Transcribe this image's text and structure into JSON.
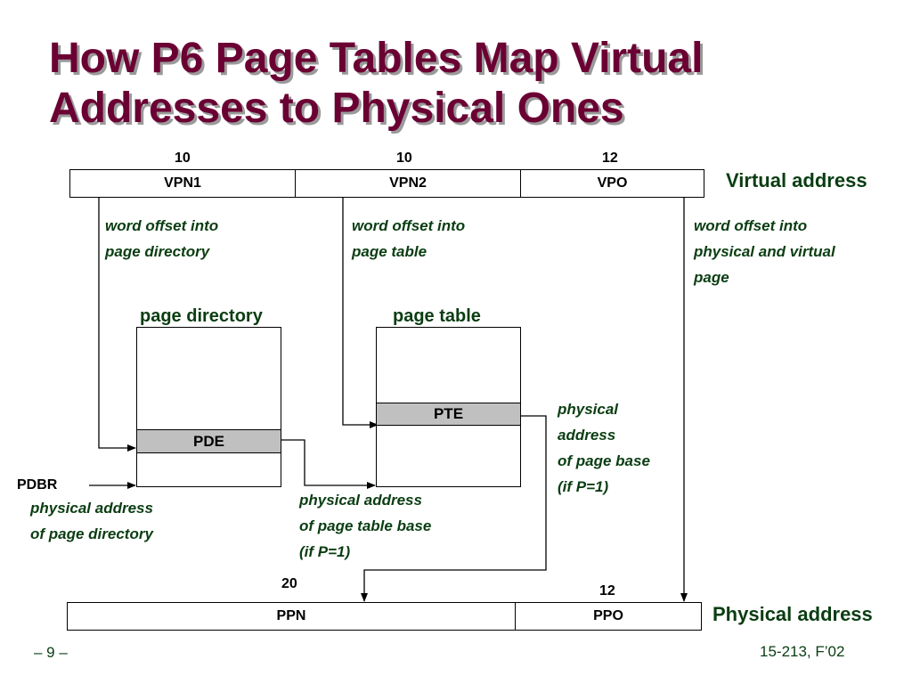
{
  "title": {
    "line1": "How P6 Page Tables Map Virtual",
    "line2": "Addresses to Physical Ones"
  },
  "virtual_address": {
    "label": "Virtual address",
    "fields": [
      {
        "name": "VPN1",
        "bits": "10"
      },
      {
        "name": "VPN2",
        "bits": "10"
      },
      {
        "name": "VPO",
        "bits": "12"
      }
    ]
  },
  "physical_address": {
    "label": "Physical address",
    "fields": [
      {
        "name": "PPN",
        "bits": "20"
      },
      {
        "name": "PPO",
        "bits": "12"
      }
    ]
  },
  "notes": {
    "vpn1": [
      "word offset into",
      "page directory"
    ],
    "vpn2": [
      "word offset into",
      "page table"
    ],
    "vpo": [
      "word offset into",
      "physical and virtual",
      "page"
    ],
    "pdbr": [
      "physical address",
      "of page directory"
    ],
    "pde": [
      "physical address",
      "of page table base",
      "(if P=1)"
    ],
    "pte": [
      "physical",
      "address",
      "of page base",
      "(if P=1)"
    ]
  },
  "page_directory": {
    "label": "page directory",
    "entry": "PDE"
  },
  "page_table": {
    "label": "page table",
    "entry": "PTE"
  },
  "pdbr": "PDBR",
  "footer": {
    "page": "– 9 –",
    "course": "15-213, F’02"
  }
}
